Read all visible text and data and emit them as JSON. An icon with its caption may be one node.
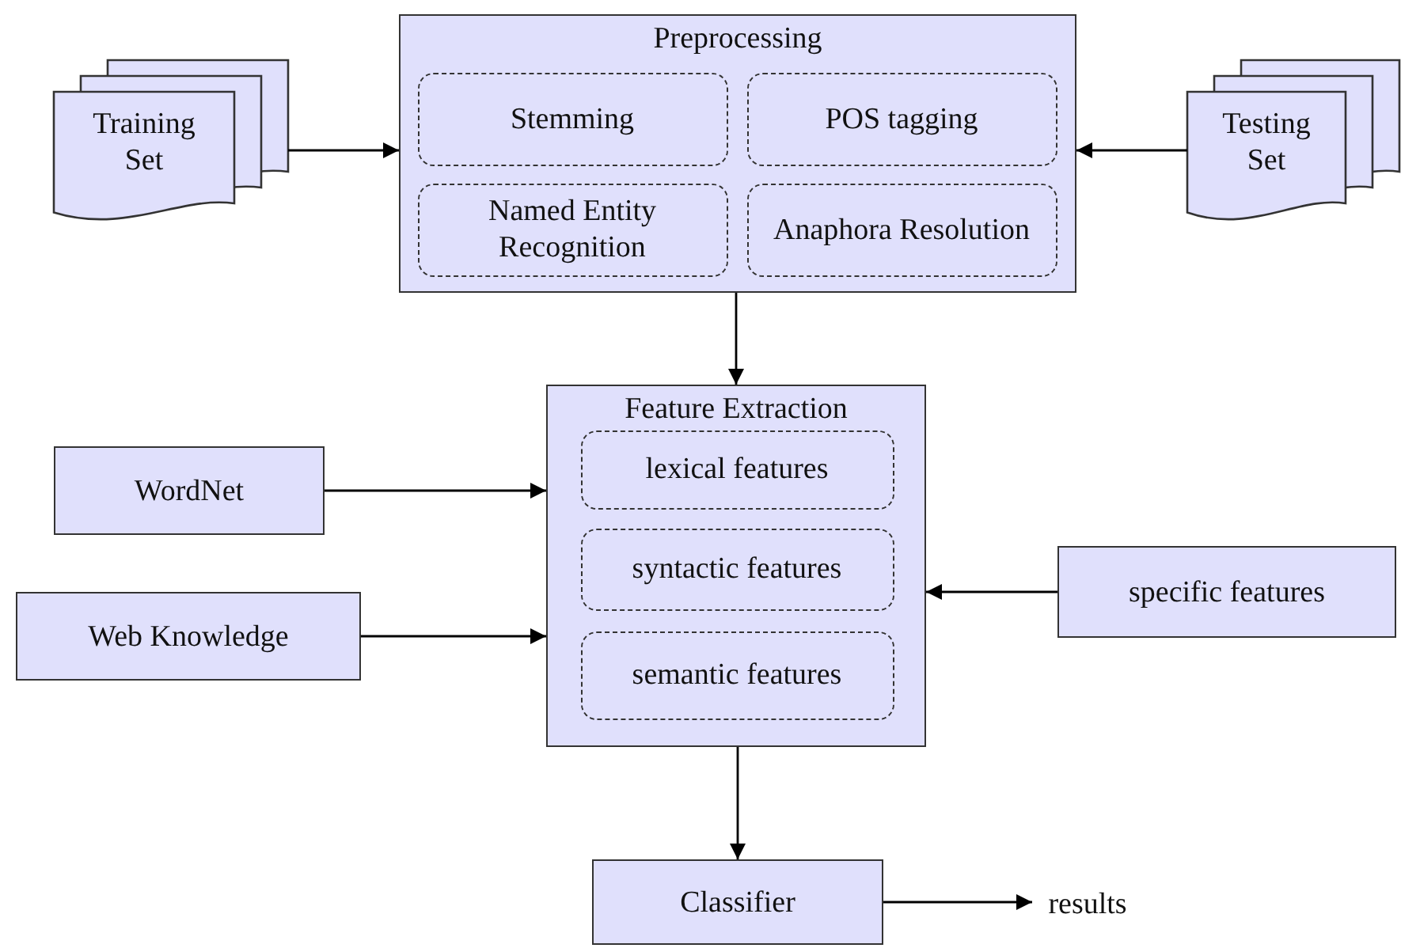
{
  "diagram": {
    "nodes": [
      {
        "text": [
          "Training Set"
        ]
      },
      {
        "text": [
          "Preprocessing"
        ]
      },
      {
        "text": [
          "Stemming"
        ],
        "in": 1
      },
      {
        "text": [
          "POS tagging"
        ],
        "in": 1
      },
      {
        "text": [
          "Named Entity Recognition"
        ],
        "in": 1
      },
      {
        "text": [
          "Anaphora Resolution"
        ],
        "in": 1
      },
      {
        "text": [
          "Testing Set"
        ]
      },
      {
        "text": [
          "Feature Extraction"
        ]
      },
      {
        "text": [
          "lexical features"
        ],
        "in": 7
      },
      {
        "text": [
          "syntactic features"
        ],
        "in": 7
      },
      {
        "text": [
          "semantic features"
        ],
        "in": 7
      },
      {
        "text": [
          "WordNet"
        ]
      },
      {
        "text": [
          "Web Knowledge"
        ]
      },
      {
        "text": [
          "specific features"
        ]
      },
      {
        "text": [
          "Classifier"
        ]
      },
      {
        "text": [
          "results"
        ]
      }
    ],
    "edges": [
      {
        "from": 0,
        "to": 1,
        "arrow": "to"
      },
      {
        "from": 6,
        "to": 1,
        "arrow": "to"
      },
      {
        "from": 1,
        "to": 7,
        "arrow": "to"
      },
      {
        "from": 11,
        "to": 7,
        "arrow": "to"
      },
      {
        "from": 12,
        "to": 7,
        "arrow": "to"
      },
      {
        "from": 13,
        "to": 7,
        "arrow": "to"
      },
      {
        "from": 7,
        "to": 14,
        "arrow": "to"
      },
      {
        "from": 14,
        "to": 15,
        "arrow": "to"
      }
    ]
  }
}
